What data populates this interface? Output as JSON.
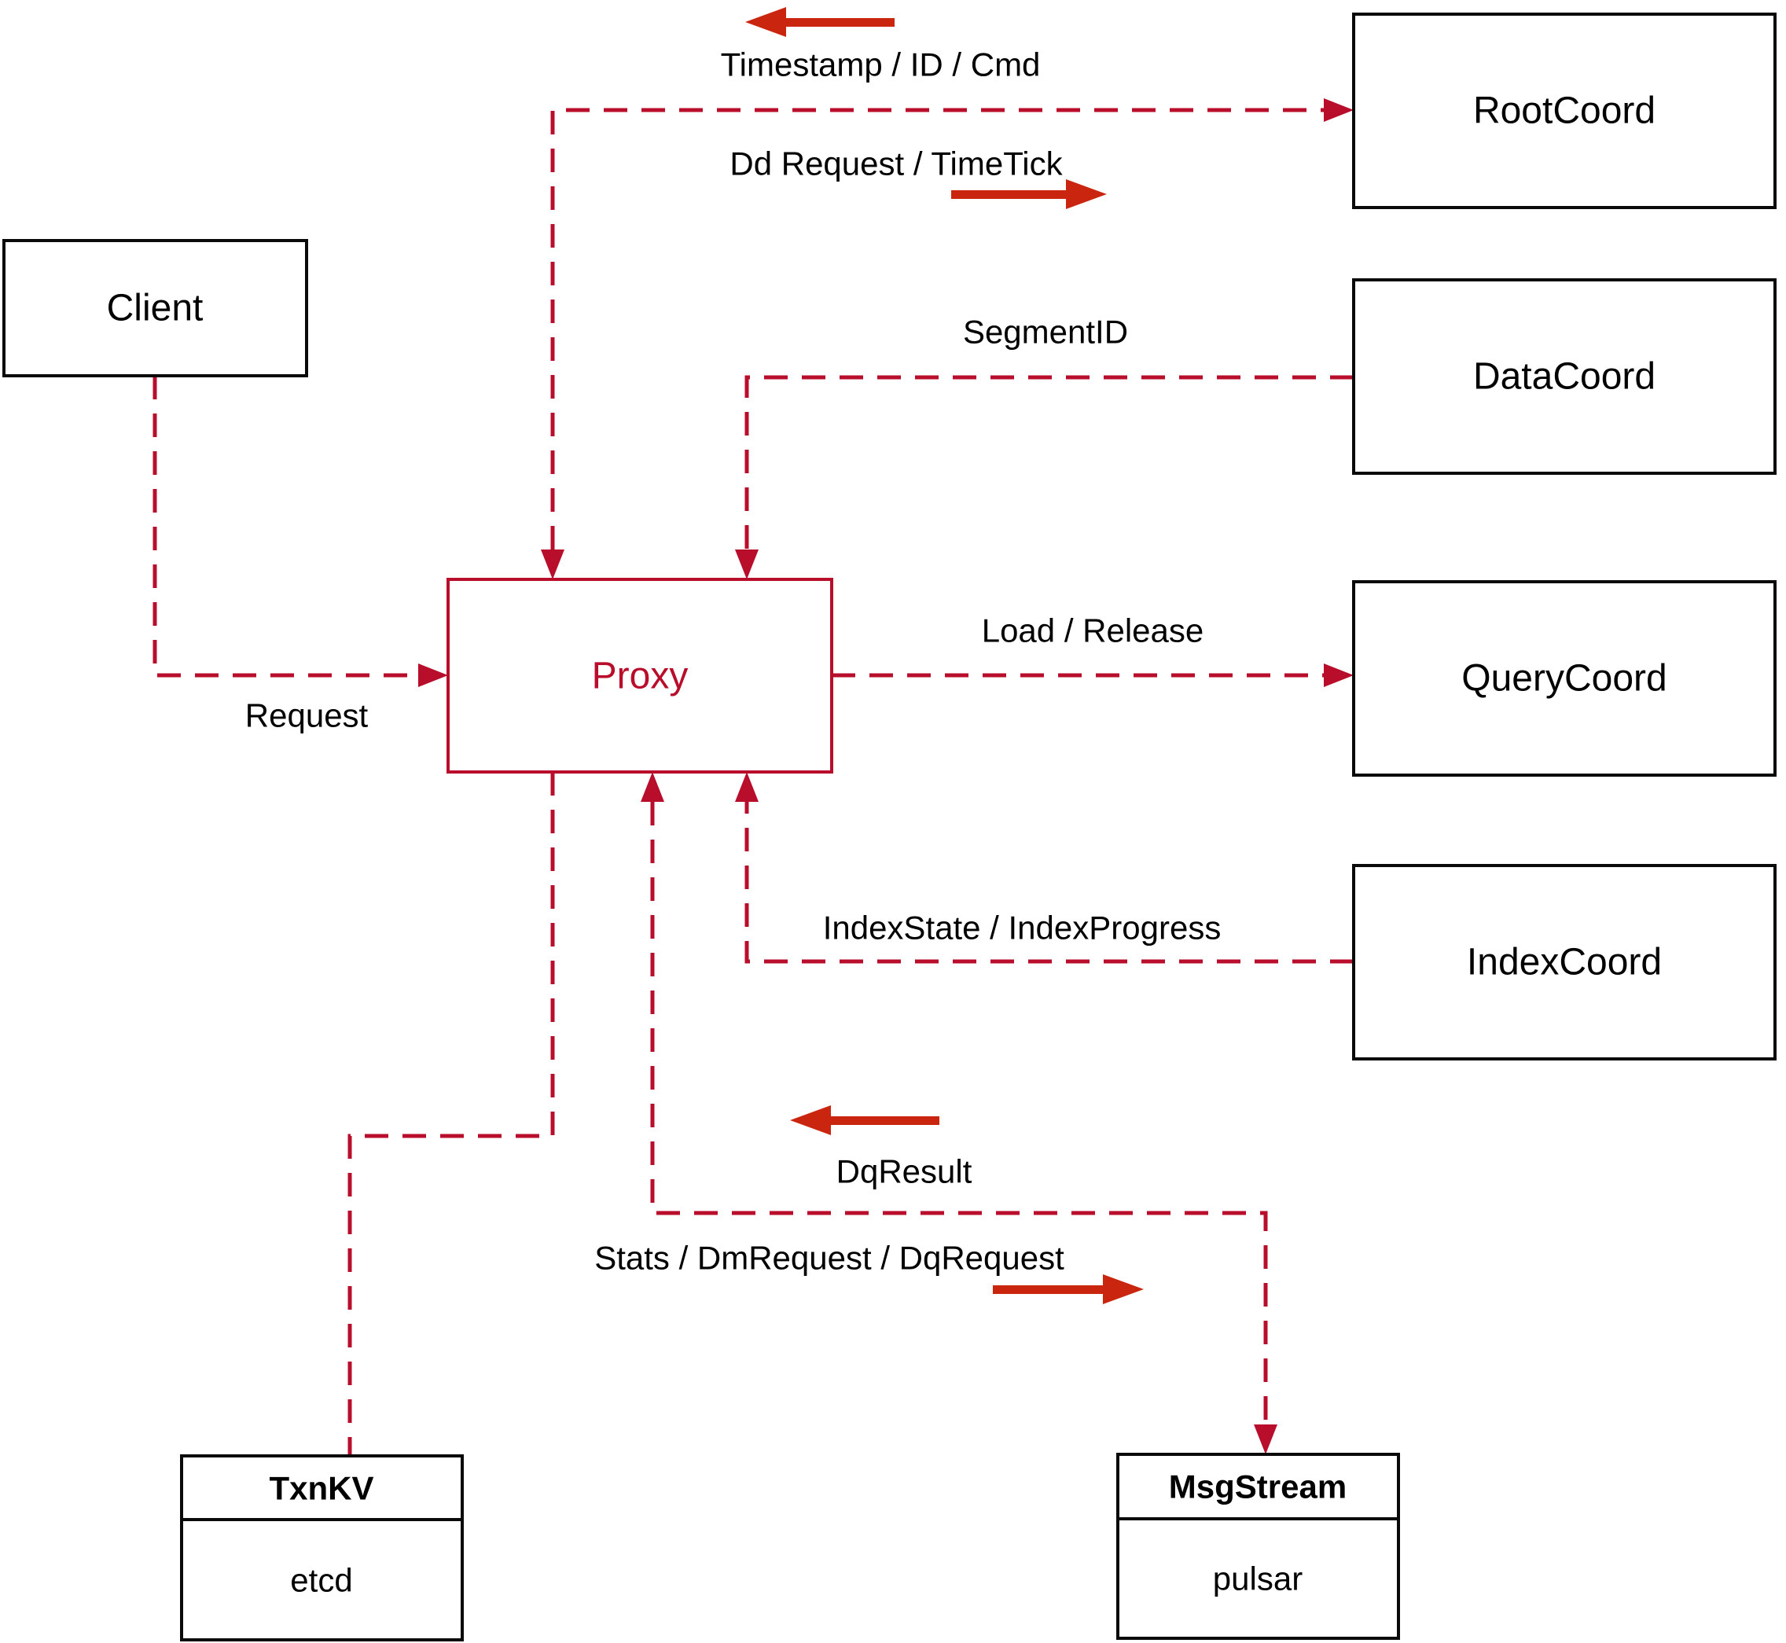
{
  "diagram": {
    "colors": {
      "background": "#ffffff",
      "dashed_line": "#b90d2c",
      "direction_arrow": "#c9250f",
      "node_border": "#0a0a0a",
      "node_text": "#000000",
      "proxy_accent": "#b90d2c"
    },
    "nodes": {
      "client": {
        "label": "Client"
      },
      "proxy": {
        "label": "Proxy"
      },
      "rootcoord": {
        "label": "RootCoord"
      },
      "datacoord": {
        "label": "DataCoord"
      },
      "querycoord": {
        "label": "QueryCoord"
      },
      "indexcoord": {
        "label": "IndexCoord"
      },
      "txnkv": {
        "label": "TxnKV",
        "impl": "etcd"
      },
      "msgstream": {
        "label": "MsgStream",
        "impl": "pulsar"
      }
    },
    "edge_labels": {
      "request": "Request",
      "timestamp_id_cmd": "Timestamp / ID / Cmd",
      "dd_request_timetick": "Dd Request / TimeTick",
      "segment_id": "SegmentID",
      "load_release": "Load / Release",
      "index_state_progress": "IndexState / IndexProgress",
      "dq_result": "DqResult",
      "stats_dm_dq_request": "Stats / DmRequest / DqRequest"
    }
  }
}
